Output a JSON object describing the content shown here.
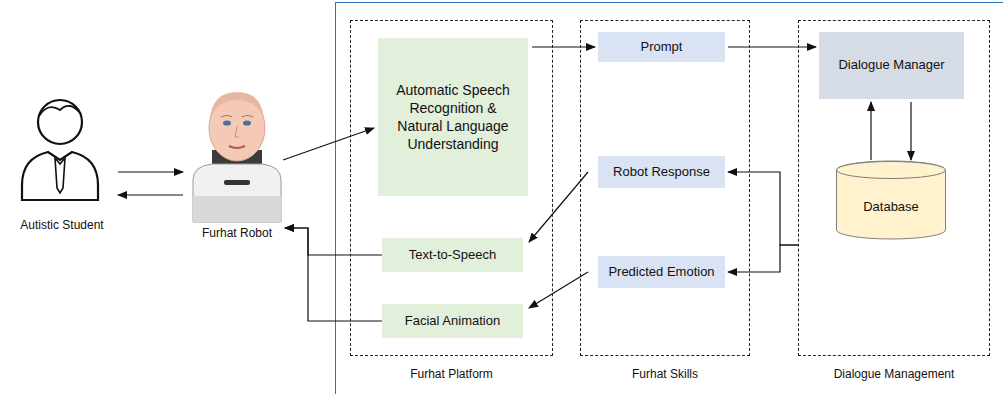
{
  "diagram": {
    "nodes": [
      {
        "text": [
          "Autistic Student"
        ]
      },
      {
        "text": [
          "Furhat Robot"
        ]
      },
      {
        "text": [
          "Furhat Platform"
        ]
      },
      {
        "text": [
          "Automatic Speech Recognition & Natural Language Understanding"
        ],
        "in": 2
      },
      {
        "text": [
          "Text-to-Speech"
        ],
        "in": 2
      },
      {
        "text": [
          "Facial Animation"
        ],
        "in": 2
      },
      {
        "text": [
          "Furhat Skills"
        ]
      },
      {
        "text": [
          "Prompt"
        ],
        "in": 6
      },
      {
        "text": [
          "Robot Response"
        ],
        "in": 6
      },
      {
        "text": [
          "Predicted Emotion"
        ],
        "in": 6
      },
      {
        "text": [
          "Dialogue Management"
        ]
      },
      {
        "text": [
          "Dialogue Manager"
        ],
        "in": 10
      },
      {
        "text": [
          "Database"
        ],
        "in": 10
      }
    ],
    "edges": [
      {
        "from": 0,
        "to": 1,
        "arrow": "to"
      },
      {
        "from": 1,
        "to": 0,
        "arrow": "to"
      },
      {
        "from": 1,
        "to": 3,
        "arrow": "to"
      },
      {
        "from": 3,
        "to": 7,
        "arrow": "to"
      },
      {
        "from": 7,
        "to": 11,
        "arrow": "to"
      },
      {
        "from": 11,
        "to": 12,
        "arrow": "to"
      },
      {
        "from": 12,
        "to": 11,
        "arrow": "to"
      },
      {
        "from": 10,
        "to": 8,
        "arrow": "to"
      },
      {
        "from": 10,
        "to": 9,
        "arrow": "to"
      },
      {
        "from": 8,
        "to": 4,
        "arrow": "to"
      },
      {
        "from": 9,
        "to": 5,
        "arrow": "to"
      },
      {
        "from": 4,
        "to": 1,
        "arrow": "to"
      },
      {
        "from": 5,
        "to": 1,
        "arrow": "to"
      }
    ]
  }
}
